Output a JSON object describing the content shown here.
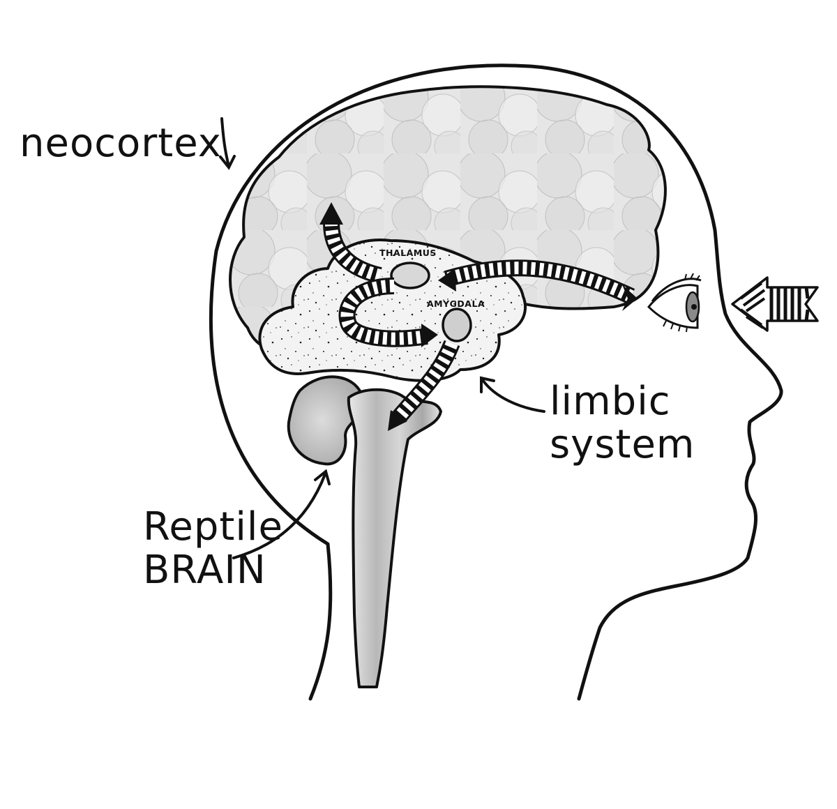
{
  "labels": {
    "neocortex": "neocortex",
    "limbic": "limbic\nsystem",
    "reptile": "Reptile\nBRAIN",
    "thalamus": "THALAMUS",
    "amygdala": "AMYGDALA"
  },
  "colors": {
    "ink": "#111111",
    "cortex_fill": "#e4e4e4",
    "limbic_fill": "#f1f1f1",
    "stem_fill": "#c9c9c9",
    "background": "#ffffff"
  },
  "icons": [
    "eye-icon",
    "incoming-arrow-icon",
    "striped-arrow-icon"
  ]
}
